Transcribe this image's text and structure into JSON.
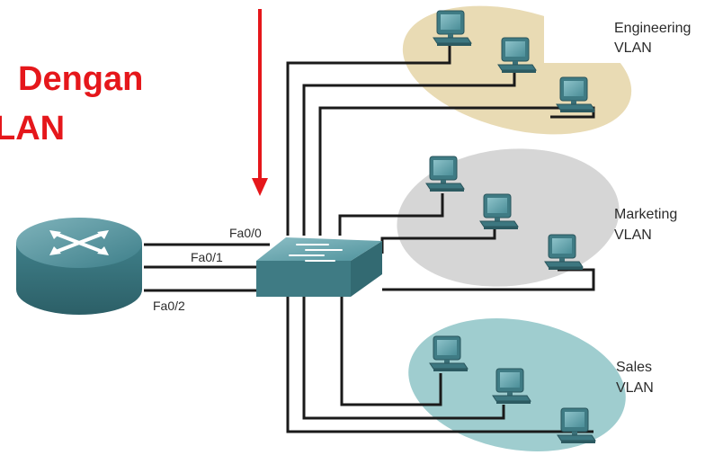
{
  "title": {
    "line1": "Dengan",
    "line2": "LAN"
  },
  "ports": {
    "fa00": "Fa0/0",
    "fa01": "Fa0/1",
    "fa02": "Fa0/2"
  },
  "vlans": {
    "engineering": {
      "line1": "Engineering",
      "line2": "VLAN",
      "color": "#e9dbb4"
    },
    "marketing": {
      "line1": "Marketing",
      "line2": "VLAN",
      "color": "#d6d6d6"
    },
    "sales": {
      "line1": "Sales",
      "line2": "VLAN",
      "color": "#9fcdcf"
    }
  },
  "colors": {
    "arrow": "#e5171b",
    "cable": "#1a1a1a",
    "device": "#4d8f9a"
  }
}
